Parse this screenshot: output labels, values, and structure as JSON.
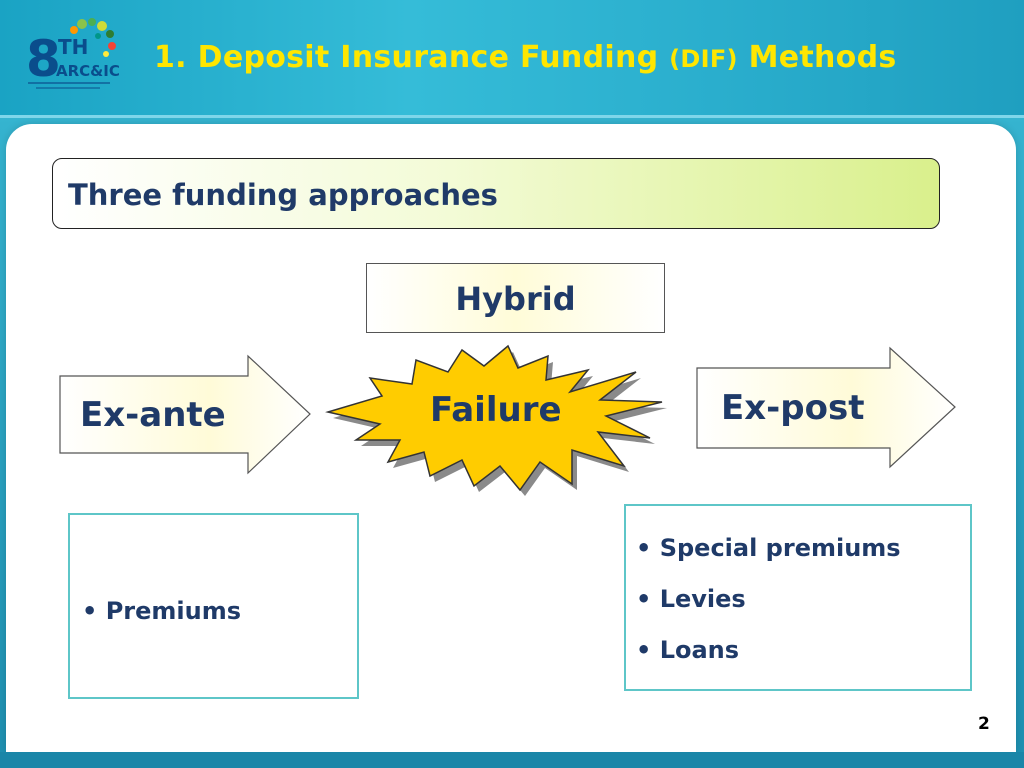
{
  "header": {
    "title_main": "1. Deposit Insurance Funding ",
    "title_abbr": "(DIF)",
    "title_end": " Methods",
    "logo_text_big": "8",
    "logo_text_th": "TH",
    "logo_text_sub": "ARC&IC"
  },
  "section": {
    "heading": "Three funding approaches"
  },
  "diagram": {
    "hybrid": "Hybrid",
    "ex_ante": "Ex-ante",
    "failure": "Failure",
    "ex_post": "Ex-post"
  },
  "ex_ante_list": {
    "items": [
      "Premiums"
    ]
  },
  "ex_post_list": {
    "items": [
      "Special premiums",
      "Levies",
      "Loans"
    ]
  },
  "footer": {
    "page_number": "2"
  },
  "colors": {
    "title_yellow": "#ffe600",
    "text_navy": "#1f3a68",
    "burst_fill": "#ffcc00",
    "box_border": "#5ec6c8"
  }
}
